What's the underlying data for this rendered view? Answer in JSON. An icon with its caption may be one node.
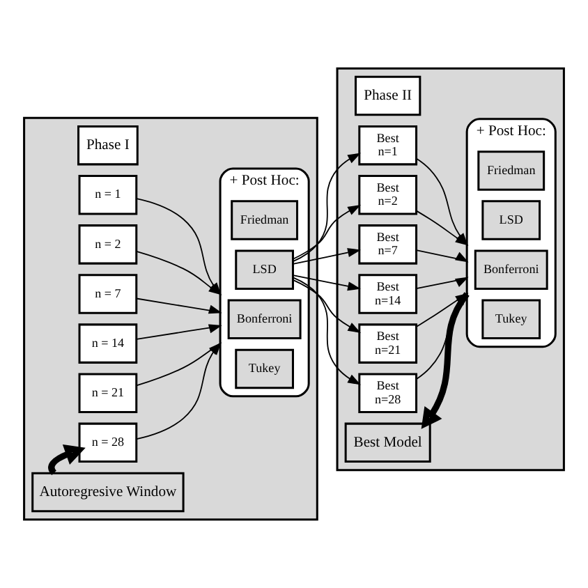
{
  "diagram": {
    "nodes": [
      {
        "text": [],
        "shape": "box"
      },
      {
        "text": [
          "Phase I"
        ],
        "in": 0
      },
      {
        "text": [
          "n = 1"
        ],
        "in": 0
      },
      {
        "text": [
          "n = 2"
        ],
        "in": 0
      },
      {
        "text": [
          "n = 7"
        ],
        "in": 0
      },
      {
        "text": [
          "n = 14"
        ],
        "in": 0
      },
      {
        "text": [
          "n = 21"
        ],
        "in": 0
      },
      {
        "text": [
          "n = 28"
        ],
        "in": 0
      },
      {
        "text": [
          "+ Post Hoc:"
        ],
        "in": 0
      },
      {
        "text": [
          "Friedman"
        ],
        "in": 8
      },
      {
        "text": [
          "LSD"
        ],
        "in": 8
      },
      {
        "text": [
          "Bonferroni"
        ],
        "in": 8
      },
      {
        "text": [
          "Tukey"
        ],
        "in": 8
      },
      {
        "text": [
          "Autoregresive Window"
        ],
        "in": 0
      },
      {
        "text": [],
        "shape": "box"
      },
      {
        "text": [
          "Phase II"
        ],
        "in": 14
      },
      {
        "text": [
          "Best",
          "n=1"
        ],
        "in": 14
      },
      {
        "text": [
          "Best",
          "n=2"
        ],
        "in": 14
      },
      {
        "text": [
          "Best",
          "n=7"
        ],
        "in": 14
      },
      {
        "text": [
          "Best",
          "n=14"
        ],
        "in": 14
      },
      {
        "text": [
          "Best",
          "n=21"
        ],
        "in": 14
      },
      {
        "text": [
          "Best",
          "n=28"
        ],
        "in": 14
      },
      {
        "text": [
          "+ Post Hoc:"
        ],
        "in": 14
      },
      {
        "text": [
          "Friedman"
        ],
        "in": 22
      },
      {
        "text": [
          "LSD"
        ],
        "in": 22
      },
      {
        "text": [
          "Bonferroni"
        ],
        "in": 22
      },
      {
        "text": [
          "Tukey"
        ],
        "in": 22
      },
      {
        "text": [
          "Best Model"
        ],
        "in": 14
      }
    ],
    "edges": [
      {
        "from": 2,
        "to": 8,
        "arrow": "to"
      },
      {
        "from": 3,
        "to": 8,
        "arrow": "to"
      },
      {
        "from": 4,
        "to": 8,
        "arrow": "to"
      },
      {
        "from": 5,
        "to": 8,
        "arrow": "to"
      },
      {
        "from": 6,
        "to": 8,
        "arrow": "to"
      },
      {
        "from": 7,
        "to": 8,
        "arrow": "to"
      },
      {
        "from": 10,
        "to": 16,
        "arrow": "to"
      },
      {
        "from": 10,
        "to": 17,
        "arrow": "to"
      },
      {
        "from": 10,
        "to": 18,
        "arrow": "to"
      },
      {
        "from": 10,
        "to": 19,
        "arrow": "to"
      },
      {
        "from": 10,
        "to": 20,
        "arrow": "to"
      },
      {
        "from": 10,
        "to": 21,
        "arrow": "to"
      },
      {
        "from": 16,
        "to": 22,
        "arrow": "to"
      },
      {
        "from": 17,
        "to": 22,
        "arrow": "to"
      },
      {
        "from": 18,
        "to": 22,
        "arrow": "to"
      },
      {
        "from": 19,
        "to": 22,
        "arrow": "to"
      },
      {
        "from": 20,
        "to": 22,
        "arrow": "to"
      },
      {
        "from": 21,
        "to": 22,
        "arrow": "to"
      },
      {
        "from": 13,
        "to": 7,
        "arrow": "to",
        "style": "thick"
      },
      {
        "from": 22,
        "to": 27,
        "arrow": "to",
        "style": "thick"
      }
    ]
  }
}
